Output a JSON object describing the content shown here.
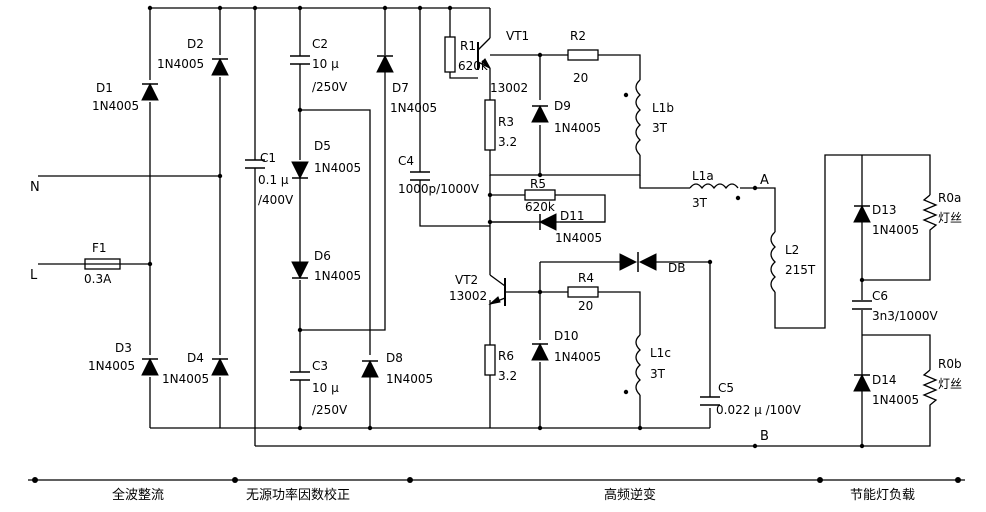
{
  "labels": {
    "N": "N",
    "L": "L",
    "F1": "F1",
    "F1_val": "0.3A",
    "D1": "D1",
    "D1_val": "1N4005",
    "D2": "D2",
    "D2_val": "1N4005",
    "D3": "D3",
    "D3_val": "1N4005",
    "D4": "D4",
    "D4_val": "1N4005",
    "C1": "C1",
    "C1_v1": "0.1 μ",
    "C1_v2": "/400V",
    "C2": "C2",
    "C2_v1": "10 μ",
    "C2_v2": "/250V",
    "C3": "C3",
    "C3_v1": "10 μ",
    "C3_v2": "/250V",
    "D5": "D5",
    "D5_val": "1N4005",
    "D6": "D6",
    "D6_val": "1N4005",
    "D7": "D7",
    "D7_val": "1N4005",
    "D8": "D8",
    "D8_val": "1N4005",
    "C4": "C4",
    "C4_val": "1000p/1000V",
    "R1": "R1",
    "R1_val": "620k",
    "VT1": "VT1",
    "VT1_val": "13002",
    "R2": "R2",
    "R2_val": "20",
    "R3": "R3",
    "R3_val": "3.2",
    "D9": "D9",
    "D9_val": "1N4005",
    "L1b": "L1b",
    "L1b_val": "3T",
    "L1a": "L1a",
    "L1a_val": "3T",
    "A": "A",
    "R5": "R5",
    "R5_val": "620k",
    "D11": "D11",
    "D11_val": "1N4005",
    "DB": "DB",
    "L2": "L2",
    "L2_val": "215T",
    "VT2": "VT2",
    "VT2_val": "13002",
    "R4": "R4",
    "R4_val": "20",
    "R6": "R6",
    "R6_val": "3.2",
    "D10": "D10",
    "D10_val": "1N4005",
    "L1c": "L1c",
    "L1c_val": "3T",
    "C5": "C5",
    "C5_val": "0.022 μ /100V",
    "B": "B",
    "D13": "D13",
    "D13_val": "1N4005",
    "R0a": "R0a",
    "R0a_val": "灯丝",
    "C6": "C6",
    "C6_val": "3n3/1000V",
    "D14": "D14",
    "D14_val": "1N4005",
    "R0b": "R0b",
    "R0b_val": "灯丝"
  },
  "sections": {
    "s1": "全波整流",
    "s2": "无源功率因数校正",
    "s3": "高频逆变",
    "s4": "节能灯负载"
  }
}
